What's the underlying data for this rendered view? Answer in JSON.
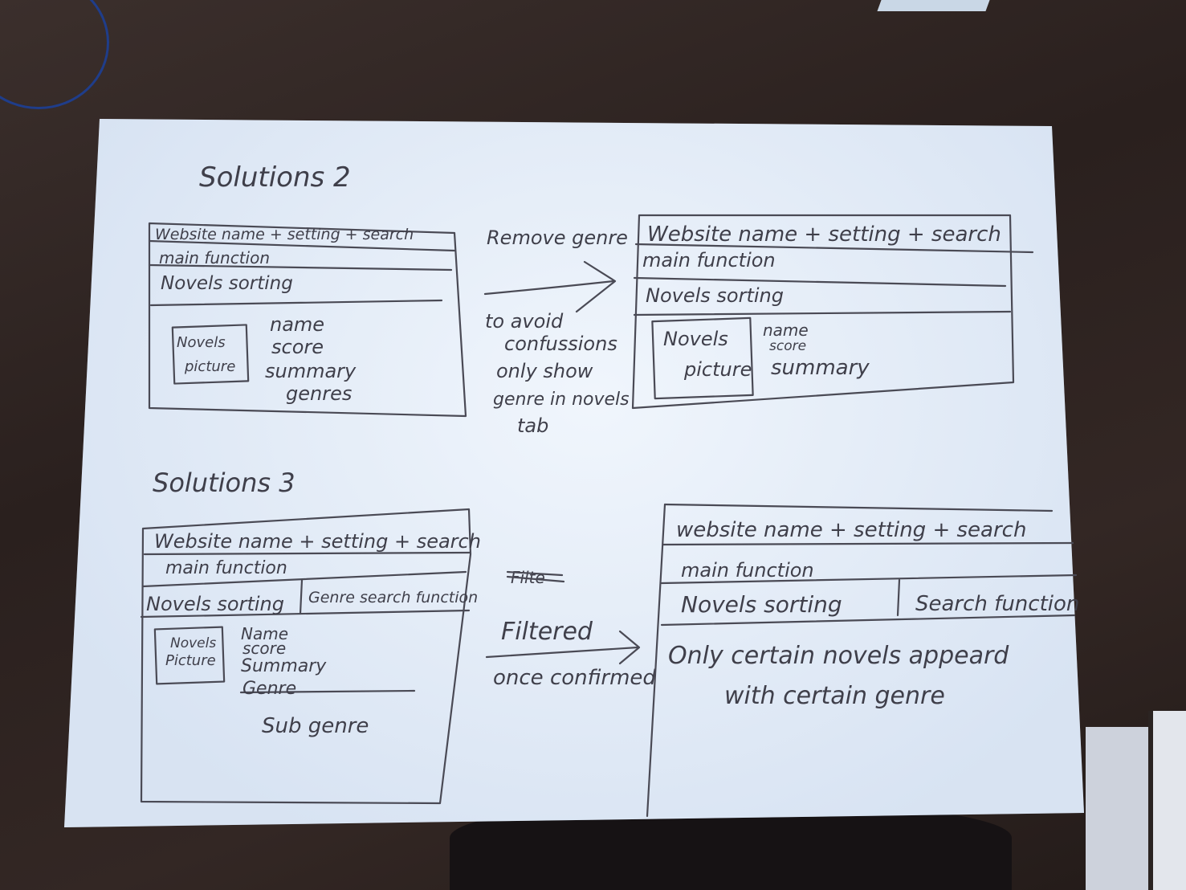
{
  "solution2": {
    "heading": "Solutions 2",
    "left": {
      "header": "Website name + setting + search",
      "main_function": "main function",
      "sorting": "Novels sorting",
      "picture_line1": "Novels",
      "picture_line2": "picture",
      "details": [
        "name",
        "score",
        "summary",
        "genres"
      ]
    },
    "arrow_label_top": "Remove genre",
    "arrow_note": [
      "to avoid",
      "confussions",
      "only show",
      "genre in novels",
      "tab"
    ],
    "right": {
      "header": "Website name + setting + search",
      "main_function": "main function",
      "sorting": "Novels sorting",
      "picture_line1": "Novels",
      "picture_line2": "picture",
      "details": [
        "name",
        "score",
        "summary"
      ]
    }
  },
  "solution3": {
    "heading": "Solutions 3",
    "left": {
      "header": "Website name + setting + search",
      "main_function": "main function",
      "sorting": "Novels sorting",
      "genre_search": "Genre search function",
      "picture_line1": "Novels",
      "picture_line2": "Picture",
      "details": [
        "Name",
        "score",
        "Summary",
        "Genre"
      ],
      "sub_genre": "Sub genre"
    },
    "arrow_crossed": "Filte",
    "arrow_label_top": "Filtered",
    "arrow_label_bottom": "once confirmed",
    "right": {
      "header": "website name + setting + search",
      "main_function": "main function",
      "sorting": "Novels sorting",
      "search_function": "Search function",
      "note_line1": "Only certain novels appeard",
      "note_line2": "with certain genre"
    }
  }
}
